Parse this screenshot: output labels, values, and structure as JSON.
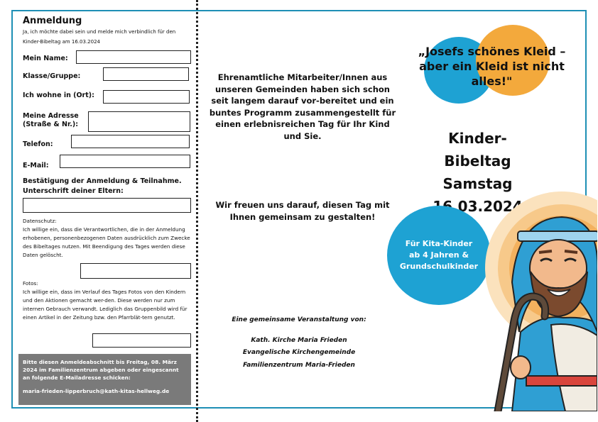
{
  "registration": {
    "title": "Anmeldung",
    "intro": "Ja, ich möchte dabei sein und melde mich verbindlich für den Kinder-Bibeltag am 16.03.2024",
    "fields": {
      "name": "Mein Name:",
      "class": "Klasse/Gruppe:",
      "town": "Ich wohne in (Ort):",
      "address_line1": "Meine Adresse",
      "address_line2": "(Straße & Nr.):",
      "phone": "Telefon:",
      "email": "E-Mail:"
    },
    "confirmation": "Bestätigung der Anmeldung & Teilnahme. Unterschrift deiner Eltern:",
    "privacy": "Datenschutz:\nIch willige ein, dass die Verantwortlichen, die in der Anmeldung erhobenen, personenbezogenen Daten ausdrücklich zum Zwecke des Bibeltages nutzen. Mit Beendigung des Tages werden diese Daten gelöscht.",
    "photos": "Fotos:\nIch willige ein, dass im Verlauf des Tages Fotos von den Kindern und den Aktionen gemacht wer-den. Diese werden nur zum internen Gebrauch verwandt. Lediglich das Gruppenbild wird für einen Artikel in der Zeitung bzw. den Pfarrblät-tern genutzt.",
    "submit_note": "Bitte diesen Anmeldeabschnitt bis Freitag, 08. März 2024 im Familienzentrum abgeben oder eingescannt an folgende E-Mailadresse schicken:",
    "email_address": "maria-frieden-lipperbruch@kath-kitas-hellweg.de"
  },
  "middle": {
    "volunteers": "Ehrenamtliche Mitarbeiter/Innen aus unseren Gemeinden haben sich schon seit langem darauf vor-bereitet und ein buntes Programm zusammengestellt für einen erlebnisreichen Tag für Ihr Kind und Sie.",
    "welcome": "Wir freuen uns darauf, diesen Tag mit Ihnen gemeinsam zu gestalten!",
    "organizer_intro": "Eine gemeinsame Veranstaltung von:",
    "organizers": [
      "Kath. Kirche Maria Frieden",
      "Evangelische Kirchengemeinde",
      "Familienzentrum Maria-Frieden"
    ]
  },
  "cover": {
    "quote": "„Josefs schönes Kleid – aber ein Kleid ist nicht alles!\"",
    "event_name": "Kinder-Bibeltag",
    "event_day": "Samstag",
    "event_date": "16.03.2024",
    "audience": "Für Kita-Kinder ab 4 Jahren & Grundschulkinder"
  },
  "colors": {
    "frame": "#1e8fb5",
    "blue_circle": "#1ea2d3",
    "orange_circle": "#f3a93c",
    "info_box": "#7a7a7a"
  }
}
